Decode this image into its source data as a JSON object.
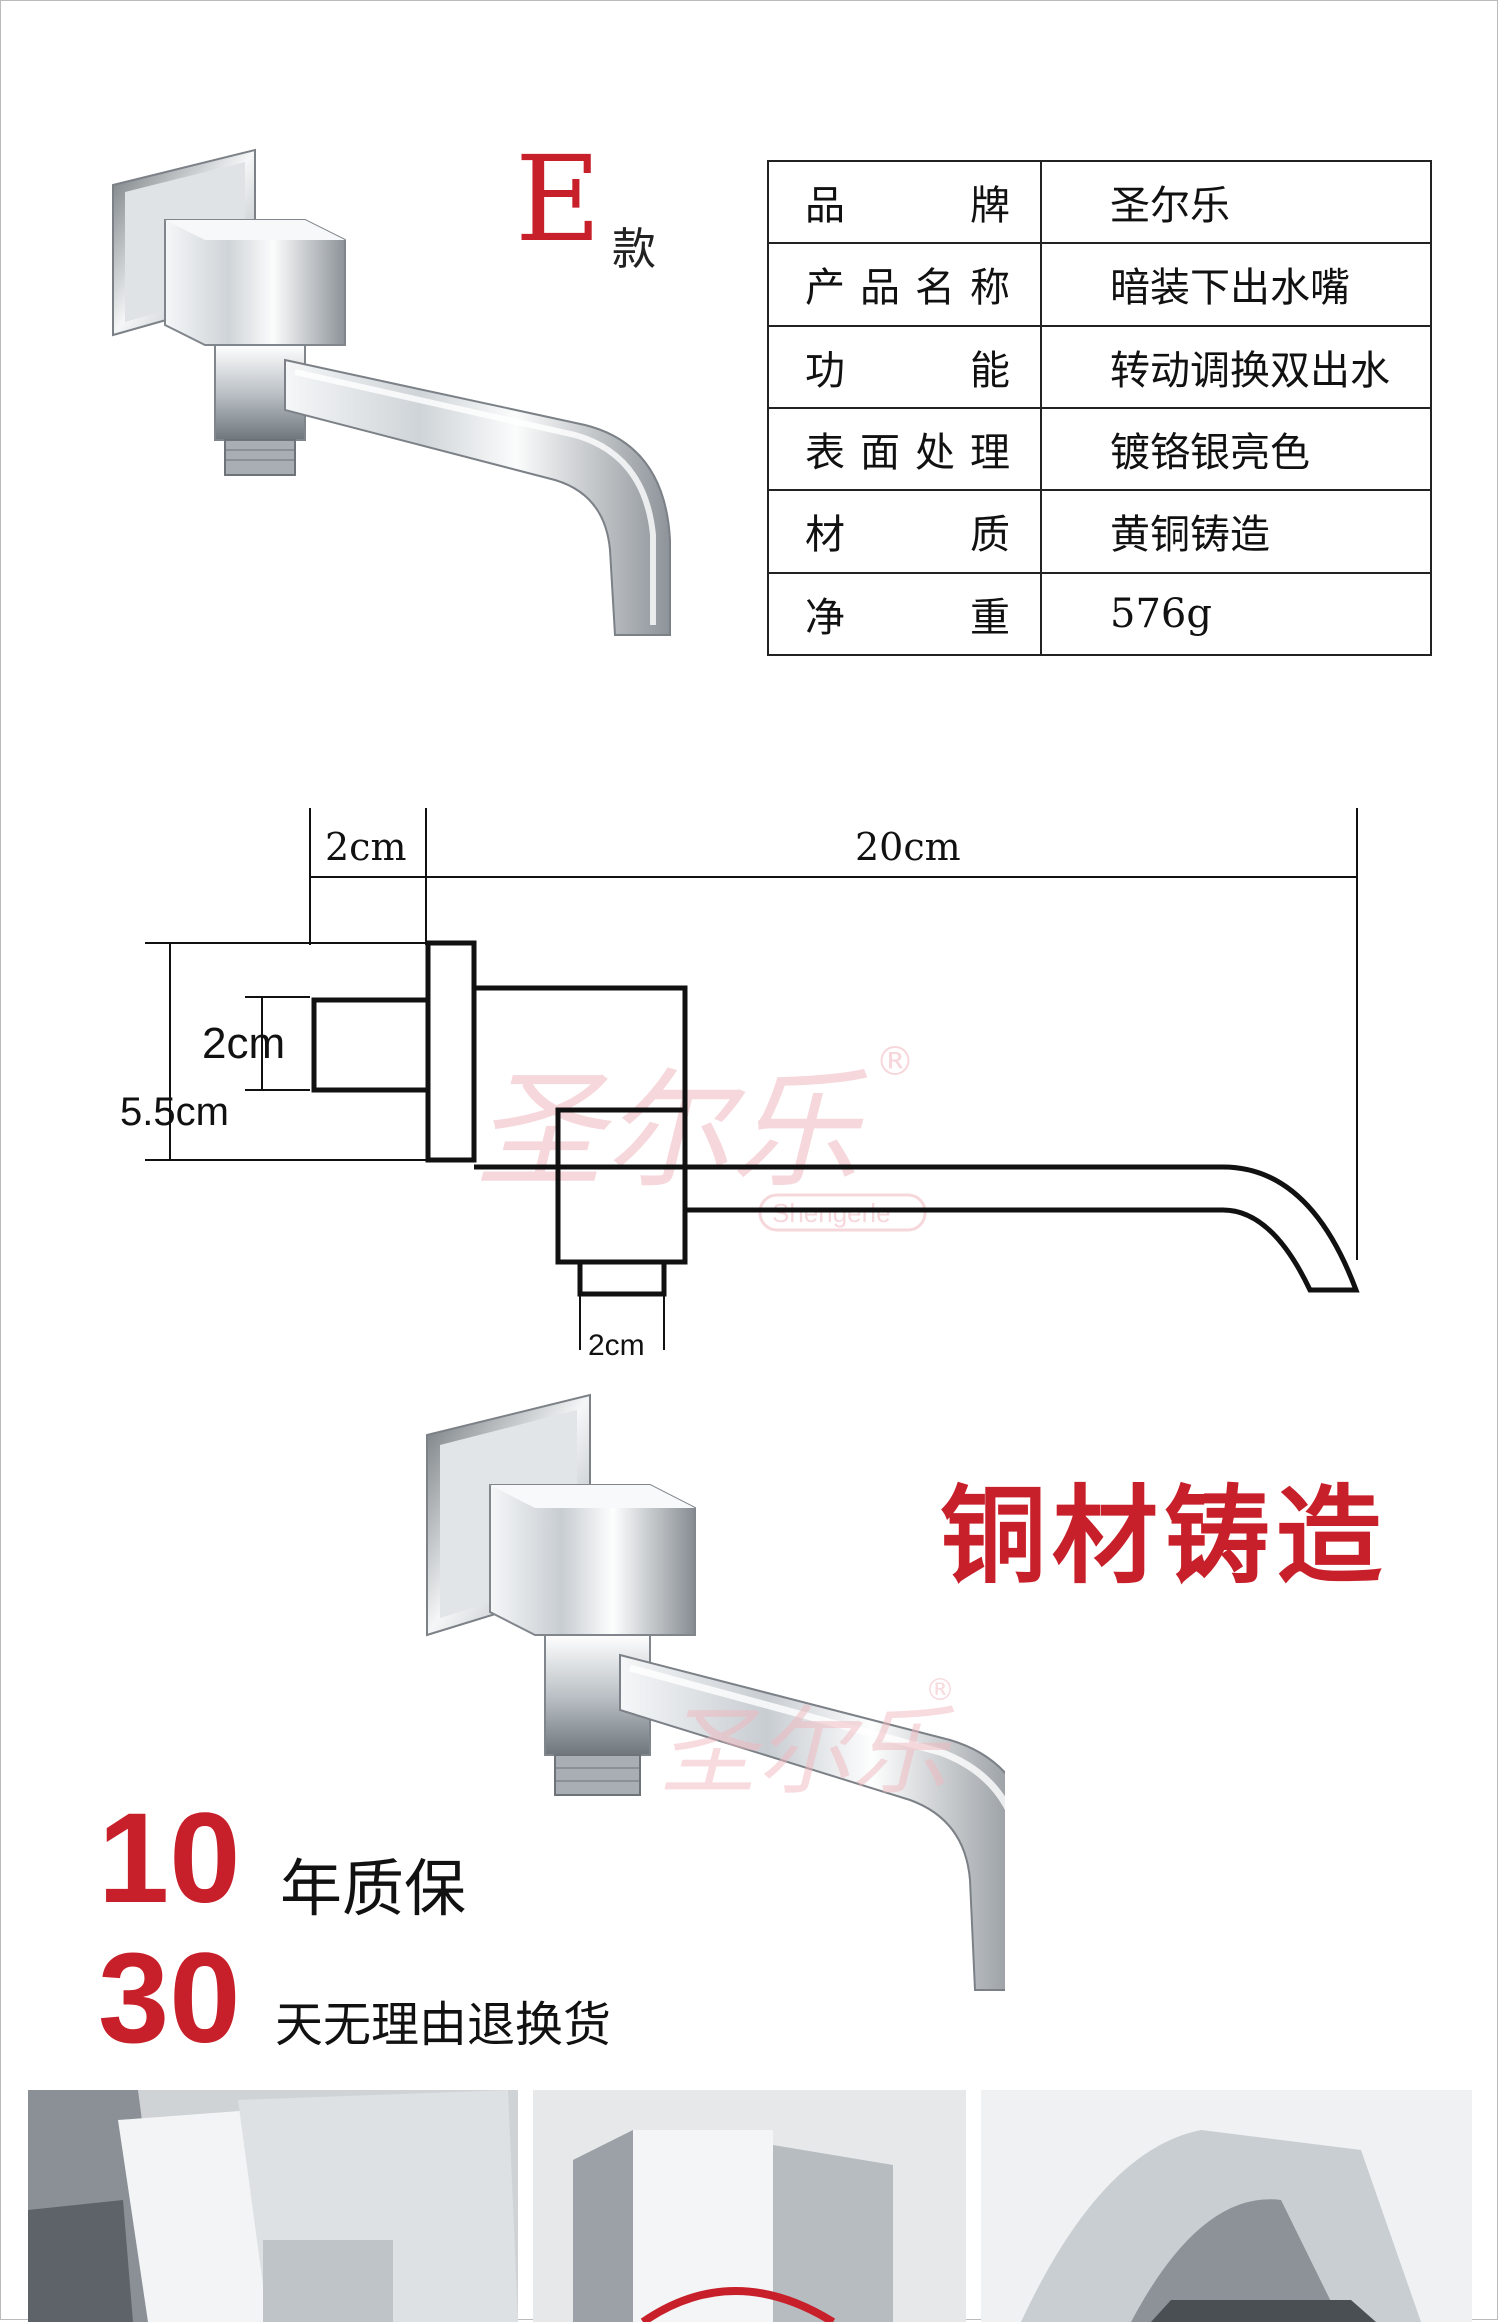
{
  "product": {
    "model_letter": "E",
    "model_suffix": "款"
  },
  "spec_table": [
    {
      "label": "品　　牌",
      "value": "圣尔乐"
    },
    {
      "label": "产品名称",
      "value": "暗装下出水嘴"
    },
    {
      "label": "功　　能",
      "value": "转动调换双出水"
    },
    {
      "label": "表面处理",
      "value": "镀铬银亮色"
    },
    {
      "label": "材　　质",
      "value": "黄铜铸造"
    },
    {
      "label": "净　　重",
      "value": "576g"
    }
  ],
  "dimensions": {
    "top_left": "2cm",
    "top_right": "20cm",
    "left_inner": "2cm",
    "left_outer": "5.5cm",
    "bottom": "2cm"
  },
  "watermark": {
    "brand": "圣尔乐",
    "registered": "®",
    "latin": "Shengerle"
  },
  "promo": {
    "slogan": "铜材铸造",
    "warranty_num": "10",
    "warranty_text": "年质保",
    "return_num": "30",
    "return_text": "天无理由退换货"
  },
  "colors": {
    "accent_red": "#c8202a",
    "chrome_light": "#f2f4f6",
    "chrome_dark": "#6d7378"
  }
}
